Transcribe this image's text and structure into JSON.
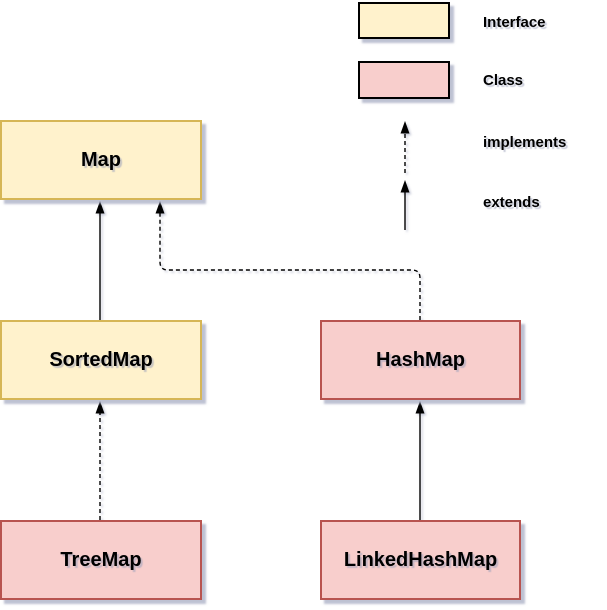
{
  "diagram": {
    "type": "uml-class-hierarchy",
    "nodes": [
      {
        "label": "Map",
        "type": "interface"
      },
      {
        "label": "SortedMap",
        "type": "interface"
      },
      {
        "label": "HashMap",
        "type": "class"
      },
      {
        "label": "TreeMap",
        "type": "class"
      },
      {
        "label": "LinkedHashMap",
        "type": "class"
      }
    ],
    "edges": [
      {
        "from": "SortedMap",
        "to": "Map",
        "relation": "extends",
        "style": "solid"
      },
      {
        "from": "HashMap",
        "to": "Map",
        "relation": "implements",
        "style": "dashed"
      },
      {
        "from": "TreeMap",
        "to": "SortedMap",
        "relation": "implements",
        "style": "dashed"
      },
      {
        "from": "LinkedHashMap",
        "to": "HashMap",
        "relation": "extends",
        "style": "solid"
      }
    ]
  },
  "legend": {
    "interface_label": "Interface",
    "class_label": "Class",
    "implements_label": "implements",
    "extends_label": "extends"
  },
  "colors": {
    "interface_fill": "#FFF2CC",
    "interface_border": "#D6B656",
    "class_fill": "#F8CECC",
    "class_border": "#B85450",
    "line": "#000000",
    "background": "#FFFFFF"
  }
}
